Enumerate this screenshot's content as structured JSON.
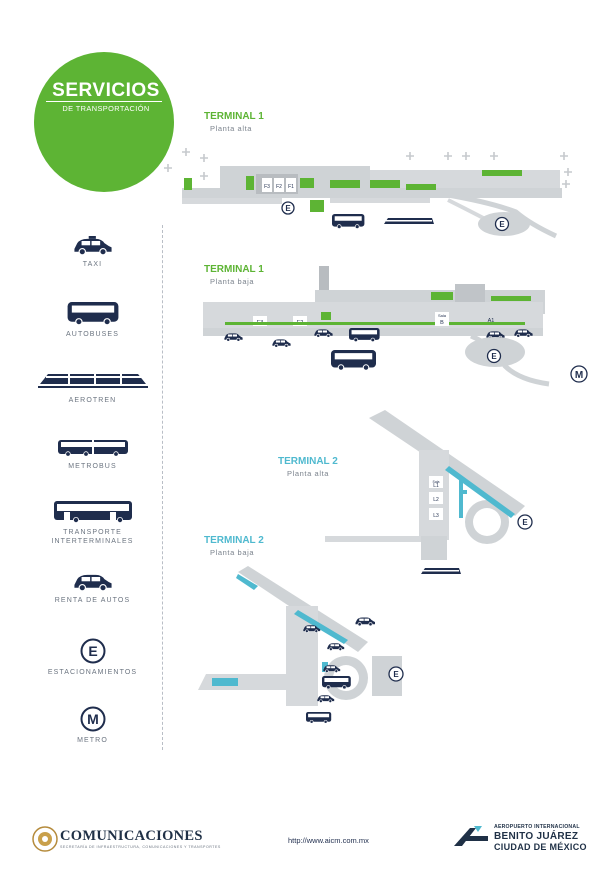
{
  "header": {
    "title": "SERVICIOS",
    "subtitle": "DE TRANSPORTACIÓN"
  },
  "legend": {
    "taxi": "TAXI",
    "autobuses": "AUTOBUSES",
    "aerotren": "AEROTREN",
    "metrobus": "METROBUS",
    "transporte_1": "TRANSPORTE",
    "transporte_2": "INTERTERMINALES",
    "renta": "RENTA DE AUTOS",
    "estacionamientos": "ESTACIONAMIENTOS",
    "metro": "METRO",
    "estacionamiento_symbol": "E",
    "metro_symbol": "M"
  },
  "maps": {
    "t1_alta": {
      "title": "TERMINAL 1",
      "sub": "Planta alta",
      "gates": [
        "F3",
        "F2",
        "F1"
      ]
    },
    "t1_baja": {
      "title": "TERMINAL 1",
      "sub": "Planta baja",
      "gates": [
        "E3",
        "E2"
      ],
      "sala_b": "Sala",
      "sala_b_letter": "B",
      "a1": "A1"
    },
    "t2_alta": {
      "title": "TERMINAL 2",
      "sub": "Planta alta",
      "sala": "Sala",
      "l1": "L1",
      "l2": "L2",
      "l3": "L3"
    },
    "t2_baja": {
      "title": "TERMINAL 2",
      "sub": "Planta baja"
    }
  },
  "colors": {
    "green": "#5db434",
    "blue": "#4fb9cf",
    "navy": "#1f2d4d",
    "grey": "#cfd3d6"
  },
  "footer": {
    "gov_name": "COMUNICACIONES",
    "gov_sub": "SECRETARÍA DE INFRAESTRUCTURA, COMUNICACIONES Y TRANSPORTES",
    "url": "http://www.aicm.com.mx",
    "aicm_top": "AEROPUERTO INTERNACIONAL",
    "aicm_mid": "BENITO JUÁREZ",
    "aicm_bot": "CIUDAD DE MÉXICO"
  }
}
